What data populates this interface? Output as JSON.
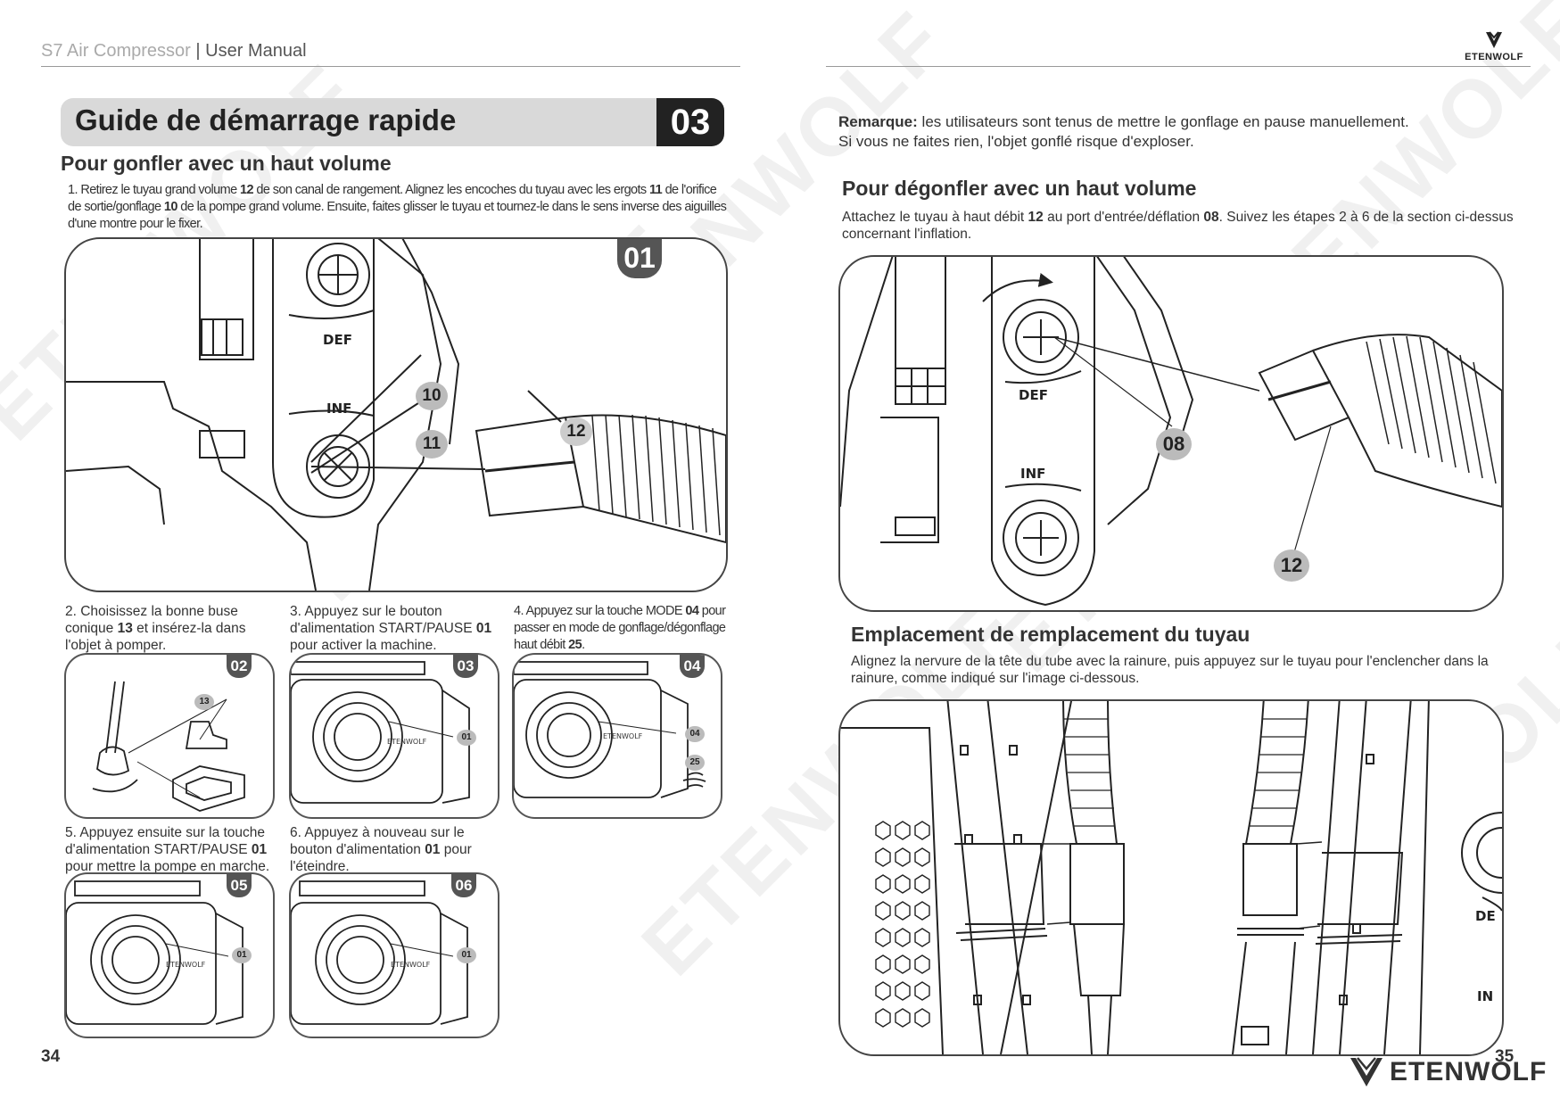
{
  "header": {
    "product": "S7 Air Compressor",
    "separator": "|",
    "doc": "User Manual",
    "logo_text": "ETENWOLF"
  },
  "left_page": {
    "section_title": "Guide de démarrage rapide",
    "section_number": "03",
    "subtitle": "Pour gonfler avec un haut volume",
    "step1": {
      "text_a": "1. Retirez le tuyau grand volume ",
      "b1": "12",
      "text_b": " de son canal de rangement. Alignez les encoches du tuyau avec les ergots ",
      "b2": "11",
      "text_c": " de l'orifice de sortie/gonflage ",
      "b3": "10",
      "text_d": " de la pompe grand volume. Ensuite, faites glisser le tuyau et tournez-le dans le sens inverse des aiguilles d'une montre pour le fixer."
    },
    "panel1": {
      "badge": "01",
      "label_def": "DEF",
      "label_inf": "INF",
      "callouts": [
        "10",
        "11",
        "12"
      ]
    },
    "step2": {
      "text_a": "2. Choisissez la bonne buse conique ",
      "b1": "13",
      "text_b": " et insérez-la dans l'objet à pomper.",
      "badge": "02",
      "callout": "13"
    },
    "step3": {
      "text_a": "3. Appuyez sur le bouton d'alimentation START/PAUSE ",
      "b1": "01",
      "text_b": " pour activer la machine.",
      "badge": "03",
      "callout": "01"
    },
    "step4": {
      "text_a": "4. Appuyez sur la touche MODE ",
      "b1": "04",
      "text_b": " pour passer en mode de gonflage/dégonflage haut débit ",
      "b2": "25",
      "text_c": ".",
      "badge": "04",
      "callout_a": "04",
      "callout_b": "25"
    },
    "step5": {
      "text_a": "5. Appuyez ensuite sur la touche d'alimentation START/PAUSE ",
      "b1": "01",
      "text_b": " pour mettre la pompe en marche.",
      "badge": "05",
      "callout": "01"
    },
    "step6": {
      "text_a": "6. Appuyez à nouveau sur le bouton d'alimentation ",
      "b1": "01",
      "text_b": " pour l'éteindre.",
      "badge": "06",
      "callout": "01"
    },
    "device_brand": "ETENWOLF",
    "page_number": "34"
  },
  "right_page": {
    "remark_label": "Remarque:",
    "remark_text": " les utilisateurs sont tenus de mettre le gonflage en pause manuellement.",
    "remark_text2": "Si vous ne faites rien, l'objet gonflé risque d'exploser.",
    "deflate_title": "Pour dégonfler avec un haut volume",
    "deflate_text_a": "Attachez le tuyau à haut débit ",
    "deflate_b1": "12",
    "deflate_text_b": " au port d'entrée/déflation ",
    "deflate_b2": "08",
    "deflate_text_c": ". Suivez les étapes 2 à 6 de la section ci-dessus concernant l'inflation.",
    "panel_deflate": {
      "label_def": "DEF",
      "label_inf": "INF",
      "callouts": [
        "08",
        "12"
      ]
    },
    "replace_title": "Emplacement de remplacement du tuyau",
    "replace_text": "Alignez la nervure de la tête du tube avec la rainure, puis appuyez sur le tuyau pour l'enclencher dans la rainure, comme indiqué sur l'image ci-dessous.",
    "panel_replace": {
      "label_def": "DE",
      "label_inf": "IN"
    },
    "page_number": "35",
    "footer_logo": "ETENWOLF"
  },
  "watermark": "ETENWOLF"
}
